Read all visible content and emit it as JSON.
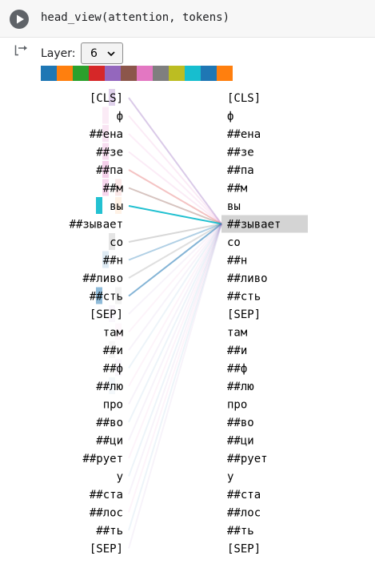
{
  "cell": {
    "code": "head_view(attention, tokens)",
    "run_icon": "play-icon",
    "output_icon": "output-arrow-icon"
  },
  "controls": {
    "layer_label": "Layer:",
    "layer_value": "6",
    "dropdown_icon": "chevron-down-icon"
  },
  "head_colors": [
    "#1f77b4",
    "#ff7f0e",
    "#2ca02c",
    "#d62728",
    "#9467bd",
    "#8c564b",
    "#e377c2",
    "#7f7f7f",
    "#bcbd22",
    "#17becf",
    "#1f77b4",
    "#ff7f0e"
  ],
  "tokens": [
    "[CLS]",
    "ф",
    "##ена",
    "##зе",
    "##па",
    "##м",
    "вы",
    "##зывает",
    "со",
    "##н",
    "##ливо",
    "##сть",
    "[SEP]",
    "там",
    "##и",
    "##ф",
    "##лю",
    "про",
    "##во",
    "##ци",
    "##рует",
    "у",
    "##ста",
    "##лос",
    "##ть",
    "[SEP]"
  ],
  "selected_token_index": 7,
  "attention": [
    {
      "from": 0,
      "to": 7,
      "weight": 0.35,
      "color": "#9467bd"
    },
    {
      "from": 1,
      "to": 7,
      "weight": 0.15,
      "color": "#e377c2"
    },
    {
      "from": 2,
      "to": 7,
      "weight": 0.12,
      "color": "#e377c2"
    },
    {
      "from": 3,
      "to": 7,
      "weight": 0.15,
      "color": "#e377c2"
    },
    {
      "from": 4,
      "to": 7,
      "weight": 0.28,
      "color": "#d62728"
    },
    {
      "from": 5,
      "to": 7,
      "weight": 0.35,
      "color": "#8c564b"
    },
    {
      "from": 6,
      "to": 7,
      "weight": 0.95,
      "color": "#17becf"
    },
    {
      "from": 8,
      "to": 7,
      "weight": 0.3,
      "color": "#7f7f7f"
    },
    {
      "from": 9,
      "to": 7,
      "weight": 0.35,
      "color": "#1f77b4"
    },
    {
      "from": 10,
      "to": 7,
      "weight": 0.25,
      "color": "#7f7f7f"
    },
    {
      "from": 11,
      "to": 7,
      "weight": 0.55,
      "color": "#1f77b4"
    },
    {
      "from": 12,
      "to": 7,
      "weight": 0.06,
      "color": "#9467bd"
    },
    {
      "from": 13,
      "to": 7,
      "weight": 0.05,
      "color": "#e377c2"
    },
    {
      "from": 14,
      "to": 7,
      "weight": 0.05,
      "color": "#9467bd"
    },
    {
      "from": 15,
      "to": 7,
      "weight": 0.05,
      "color": "#1f77b4"
    },
    {
      "from": 16,
      "to": 7,
      "weight": 0.05,
      "color": "#e377c2"
    },
    {
      "from": 17,
      "to": 7,
      "weight": 0.05,
      "color": "#9467bd"
    },
    {
      "from": 18,
      "to": 7,
      "weight": 0.05,
      "color": "#1f77b4"
    },
    {
      "from": 19,
      "to": 7,
      "weight": 0.05,
      "color": "#9467bd"
    },
    {
      "from": 20,
      "to": 7,
      "weight": 0.05,
      "color": "#e377c2"
    },
    {
      "from": 21,
      "to": 7,
      "weight": 0.05,
      "color": "#1f77b4"
    },
    {
      "from": 22,
      "to": 7,
      "weight": 0.05,
      "color": "#9467bd"
    },
    {
      "from": 23,
      "to": 7,
      "weight": 0.05,
      "color": "#e377c2"
    },
    {
      "from": 24,
      "to": 7,
      "weight": 0.05,
      "color": "#1f77b4"
    },
    {
      "from": 25,
      "to": 7,
      "weight": 0.05,
      "color": "#9467bd"
    }
  ],
  "left_heatmap": [
    {
      "row": 0,
      "head": 1,
      "color": "#9467bd",
      "weight": 0.3
    },
    {
      "row": 1,
      "head": 2,
      "color": "#e377c2",
      "weight": 0.15
    },
    {
      "row": 2,
      "head": 2,
      "color": "#e377c2",
      "weight": 0.2
    },
    {
      "row": 3,
      "head": 2,
      "color": "#e377c2",
      "weight": 0.25
    },
    {
      "row": 4,
      "head": 2,
      "color": "#e377c2",
      "weight": 0.35
    },
    {
      "row": 5,
      "head": 2,
      "color": "#e377c2",
      "weight": 0.3
    },
    {
      "row": 5,
      "head": 0,
      "color": "#d62728",
      "weight": 0.1
    },
    {
      "row": 6,
      "head": 3,
      "color": "#17becf",
      "weight": 0.95
    },
    {
      "row": 6,
      "head": 0,
      "color": "#ff7f0e",
      "weight": 0.1
    },
    {
      "row": 8,
      "head": 1,
      "color": "#7f7f7f",
      "weight": 0.2
    },
    {
      "row": 9,
      "head": 2,
      "color": "#1f77b4",
      "weight": 0.15
    },
    {
      "row": 11,
      "head": 3,
      "color": "#1f77b4",
      "weight": 0.5
    },
    {
      "row": 11,
      "head": 0,
      "color": "#7f7f7f",
      "weight": 0.1
    },
    {
      "row": 12,
      "head": 1,
      "color": "#9467bd",
      "weight": 0.05
    },
    {
      "row": 13,
      "head": 0,
      "color": "#e377c2",
      "weight": 0.05
    },
    {
      "row": 14,
      "head": 1,
      "color": "#7f7f7f",
      "weight": 0.05
    },
    {
      "row": 15,
      "head": 0,
      "color": "#9467bd",
      "weight": 0.05
    },
    {
      "row": 16,
      "head": 1,
      "color": "#1f77b4",
      "weight": 0.05
    }
  ]
}
